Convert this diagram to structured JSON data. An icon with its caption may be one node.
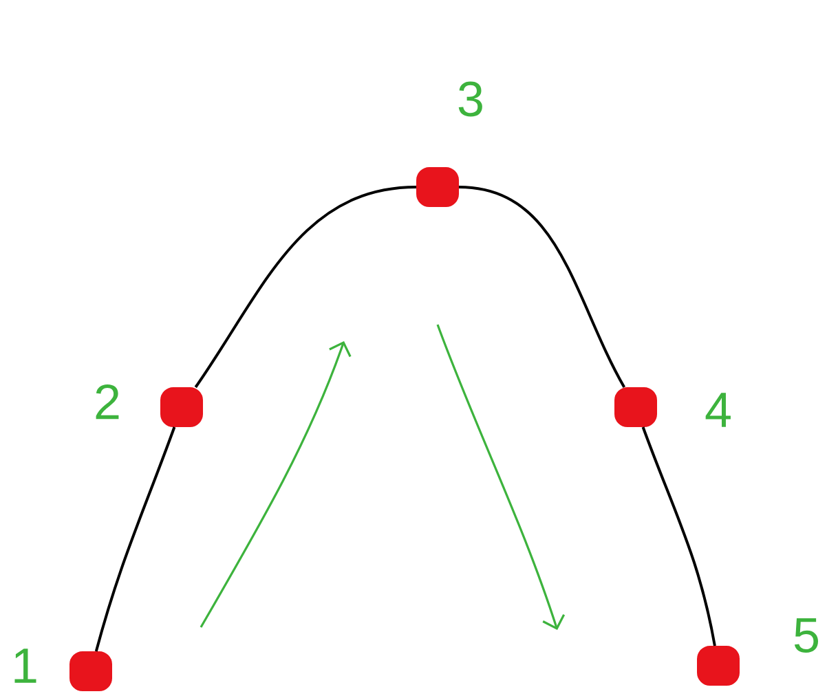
{
  "diagram": {
    "nodes": [
      {
        "text": [],
        "shape": "box",
        "beside": [
          "1"
        ]
      },
      {
        "text": [],
        "shape": "box",
        "beside": [
          "2"
        ]
      },
      {
        "text": [],
        "shape": "box",
        "beside": [
          "3"
        ]
      },
      {
        "text": [],
        "shape": "box",
        "beside": [
          "4"
        ]
      },
      {
        "text": [],
        "shape": "box",
        "beside": [
          "5"
        ]
      }
    ],
    "edges": [
      {
        "from": 0,
        "to": 1,
        "arrow": "none"
      },
      {
        "from": 1,
        "to": 2,
        "arrow": "none"
      },
      {
        "from": 2,
        "to": 3,
        "arrow": "none"
      },
      {
        "from": 3,
        "to": 4,
        "arrow": "none"
      }
    ]
  }
}
